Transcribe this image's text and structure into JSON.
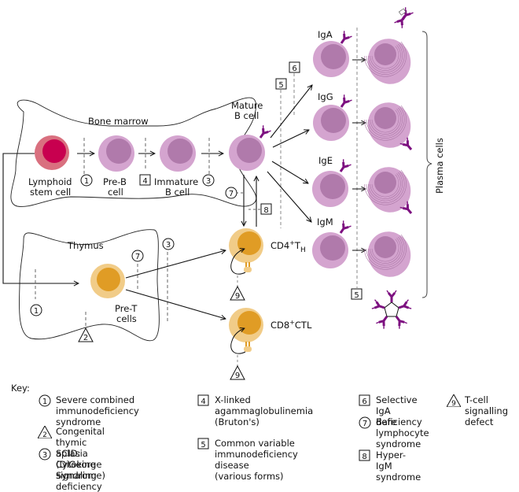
{
  "labels": {
    "bone_marrow": "Bone marrow",
    "thymus": "Thymus",
    "lymphoid_stem_cell_1": "Lymphoid",
    "lymphoid_stem_cell_2": "stem cell",
    "pre_b_1": "Pre-B",
    "pre_b_2": "cell",
    "immature_b_1": "Immature",
    "immature_b_2": "B cell",
    "mature_b_1": "Mature",
    "mature_b_2": "B cell",
    "pre_t_1": "Pre-T",
    "pre_t_2": "cells",
    "cd4": "CD4",
    "cd4_sup": "+",
    "cd4_t": "T",
    "cd4_sub": "H",
    "cd8": "CD8",
    "cd8_sup": "+",
    "cd8_rest": "CTL",
    "iga": "IgA",
    "igg": "IgG",
    "ige": "IgE",
    "igm": "IgM",
    "plasma_cells": "Plasma cells"
  },
  "markers": {
    "m1": "1",
    "m2": "2",
    "m3": "3",
    "m4": "4",
    "m5": "5",
    "m6": "6",
    "m7": "7",
    "m8": "8",
    "m9": "9"
  },
  "colors": {
    "b_cell_outer": "#d4a4cf",
    "b_cell_inner": "#b07aab",
    "stem_outer": "#d9707f",
    "stem_inner": "#c8004f",
    "t_cell_outer": "#f1cc88",
    "t_cell_inner": "#e09c25",
    "antibody": "#7d1080"
  },
  "key": {
    "title": "Key:",
    "items": [
      {
        "symbol": "circle",
        "num": "1",
        "text": "Severe combined\nimmunodeficiency\nsyndrome"
      },
      {
        "symbol": "triangle",
        "num": "2",
        "text": "Congenital thymic aplasia\n(DiGeorge Syndrome)"
      },
      {
        "symbol": "circle",
        "num": "3",
        "text": "SCID: Cytokine\nsignaling deficiency"
      },
      {
        "symbol": "square",
        "num": "4",
        "text": "X-linked\nagammaglobulinemia\n(Bruton's)"
      },
      {
        "symbol": "square",
        "num": "5",
        "text": "Common variable\nimmunodeficiency\ndisease\n(various forms)"
      },
      {
        "symbol": "square",
        "num": "6",
        "text": "Selective IgA\ndeficiency"
      },
      {
        "symbol": "circle",
        "num": "7",
        "text": "Bare lymphocyte\nsyndrome"
      },
      {
        "symbol": "square",
        "num": "8",
        "text": "Hyper-IgM\nsyndrome"
      },
      {
        "symbol": "triangle",
        "num": "9",
        "text": "T-cell\nsignalling\ndefect"
      }
    ]
  }
}
